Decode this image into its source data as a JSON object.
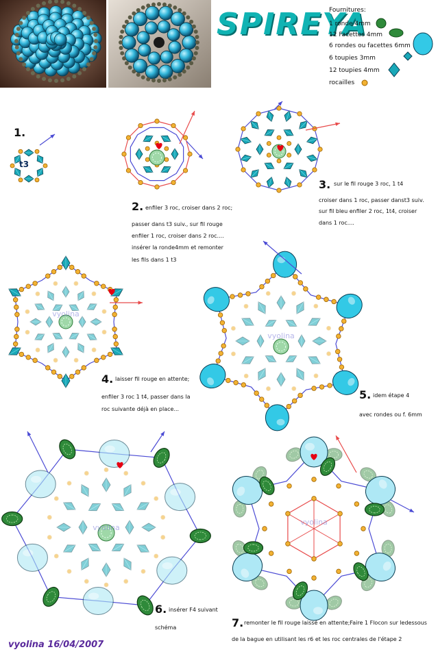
{
  "title": "SPIREYA",
  "supplies": {
    "heading": "Fournitures:",
    "items": [
      "1 ronde 4mm",
      "12 Facettes 4mm",
      "6 rondes ou facettes 6mm",
      "6 toupies 3mm",
      "12 toupies 4mm",
      "rocailles"
    ]
  },
  "steps": [
    {
      "num": "1.",
      "label": "t3"
    },
    {
      "num": "2.",
      "lines": [
        "enfiler 3 roc, croiser dans 2 roc;",
        "passer dans t3 suiv., sur fil rouge",
        "enfiler 1 roc, croiser dans 2 roc....",
        "insérer la ronde4mm et remonter",
        "les fils dans 1 t3"
      ]
    },
    {
      "num": "3.",
      "lines": [
        "sur le fil rouge 3 roc, 1 t4",
        "croiser dans 1 roc, passer danst3 suiv.",
        "sur fil bleu enfiler 2 roc, 1t4, croiser",
        "dans 1 roc...."
      ]
    },
    {
      "num": "4.",
      "lines": [
        "laisser fil rouge en attente;",
        "enfiler 3 roc 1 t4, passer dans la",
        "roc suivante déjà en place..."
      ]
    },
    {
      "num": "5.",
      "lines": [
        "idem étape 4",
        "avec rondes ou f. 6mm"
      ]
    },
    {
      "num": "6.",
      "lines": [
        "insérer F4 suivant",
        "schéma"
      ]
    },
    {
      "num": "7.",
      "lines": [
        "remonter le fil rouge laissé en attente;Faire 1 Flocon sur ledessous",
        "de la bague en utilisant les r6 et les roc centrales de l'étape 2"
      ]
    }
  ],
  "watermark": "vyolina",
  "signature": "vyolina 16/04/2007",
  "colors": {
    "teal": "#19a8b8",
    "cyan_bead": "#33c9e6",
    "green_bead": "#1e6e2a",
    "seed_bead": "#f2b233",
    "blue_thread": "#4a4ad4",
    "red_thread": "#e84a4a",
    "heart": "#e60012"
  }
}
